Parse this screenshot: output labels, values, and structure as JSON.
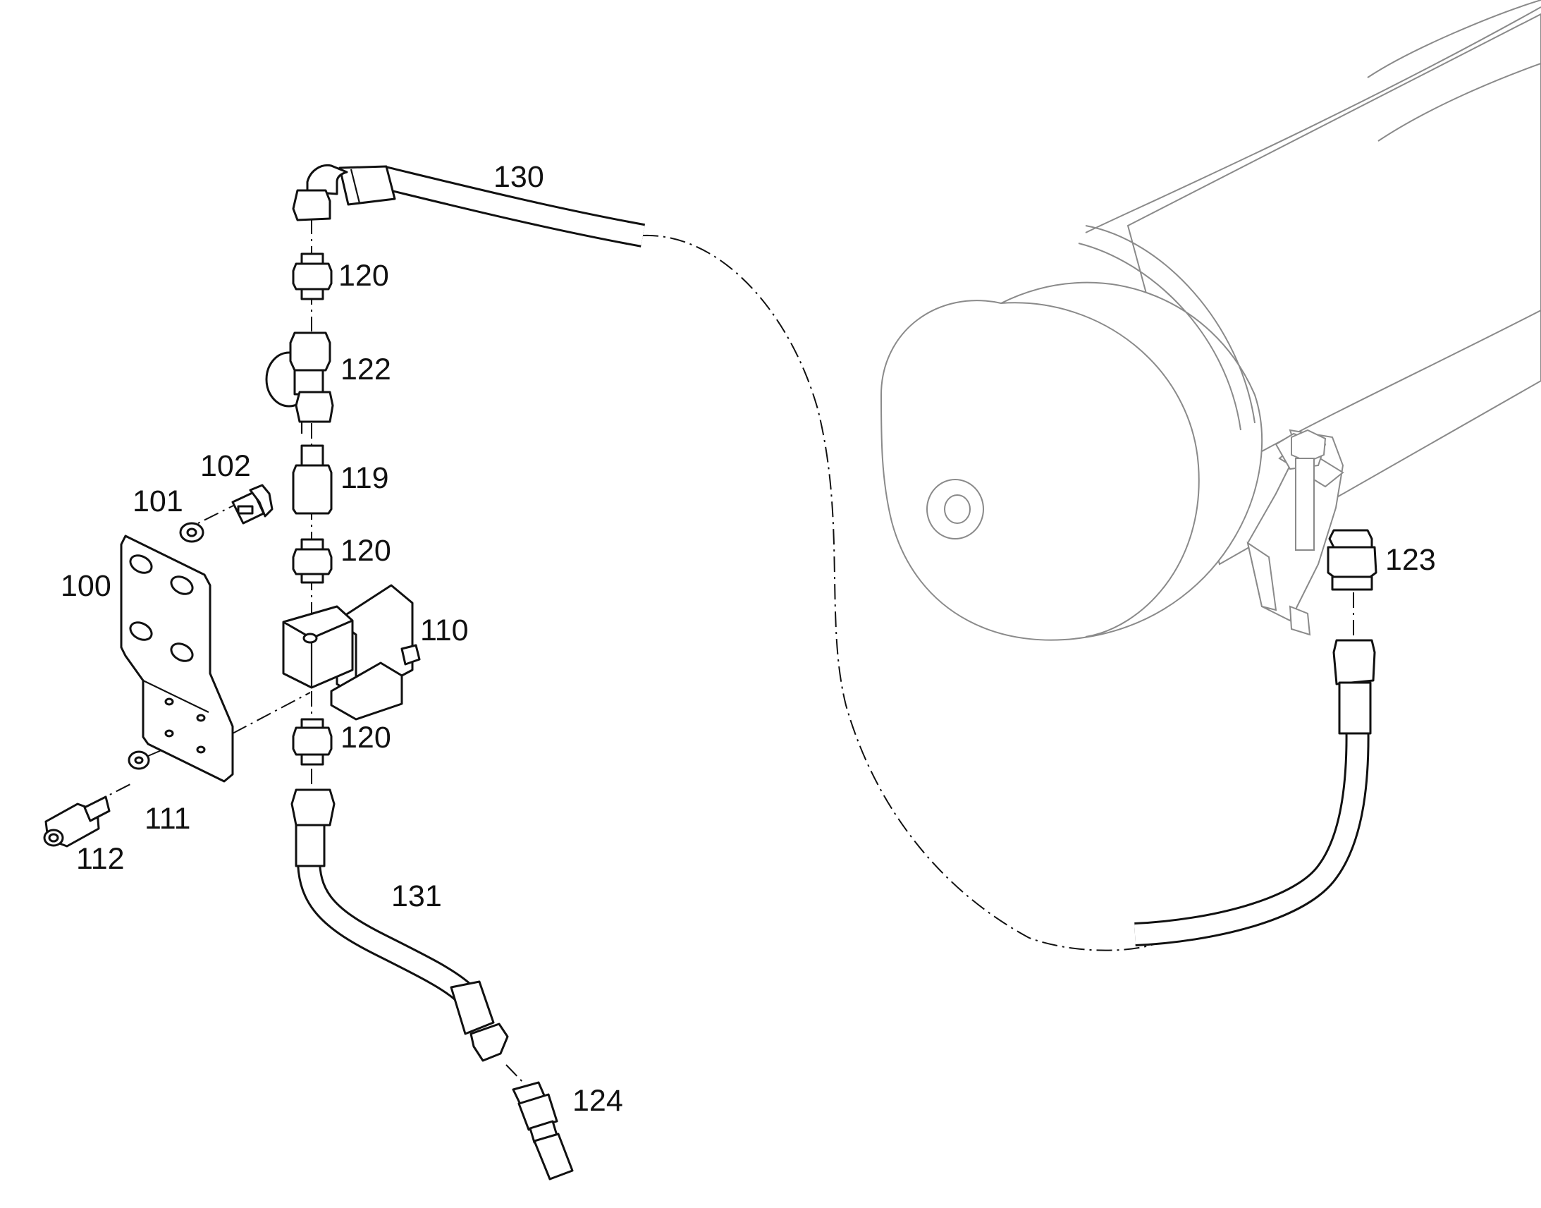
{
  "diagram": {
    "callouts": [
      {
        "id": "c100",
        "label": "100"
      },
      {
        "id": "c101",
        "label": "101"
      },
      {
        "id": "c102",
        "label": "102"
      },
      {
        "id": "c110",
        "label": "110"
      },
      {
        "id": "c111",
        "label": "111"
      },
      {
        "id": "c112",
        "label": "112"
      },
      {
        "id": "c119",
        "label": "119"
      },
      {
        "id": "c120a",
        "label": "120"
      },
      {
        "id": "c120b",
        "label": "120"
      },
      {
        "id": "c120c",
        "label": "120"
      },
      {
        "id": "c122",
        "label": "122"
      },
      {
        "id": "c123",
        "label": "123"
      },
      {
        "id": "c124",
        "label": "124"
      },
      {
        "id": "c130",
        "label": "130"
      },
      {
        "id": "c131",
        "label": "131"
      }
    ]
  },
  "colors": {
    "line": "#111111",
    "faint_line": "#8a8a8a",
    "background": "#ffffff"
  }
}
